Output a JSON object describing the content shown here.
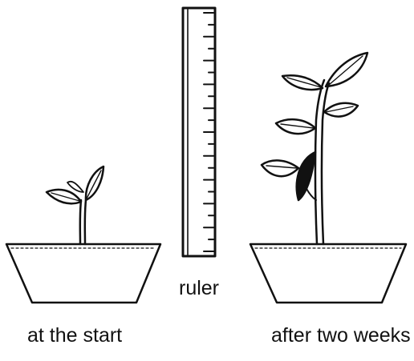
{
  "labels": {
    "start": "at the start",
    "ruler": "ruler",
    "after": "after two weeks"
  },
  "colors": {
    "ink": "#111111",
    "background": "#ffffff"
  },
  "figures": {
    "left_plant": {
      "pot": "flower-pot",
      "plant": "seedling-with-two-leaves"
    },
    "ruler": {
      "tick_marks": 20
    },
    "right_plant": {
      "pot": "flower-pot",
      "plant": "grown-plant-with-six-leaves"
    }
  }
}
